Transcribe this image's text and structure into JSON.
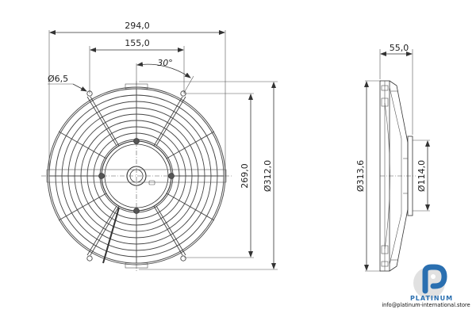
{
  "drawing": {
    "title": "Axial fan technical drawing",
    "front_view": {
      "dimensions": {
        "overall_width": "294,0",
        "mounting_hole_spacing_horizontal": "155,0",
        "mounting_angle": "30°",
        "mounting_hole_diameter": "Ø6,5",
        "mounting_hole_spacing_vertical": "269,0",
        "outer_diameter": "Ø312,0"
      }
    },
    "side_view": {
      "dimensions": {
        "depth": "55,0",
        "overall_diameter": "Ø313,6",
        "motor_diameter": "Ø114,0"
      }
    },
    "colors": {
      "line": "#333333",
      "brand_blue": "#2a6fb0",
      "brand_grey": "#c8c8c8"
    }
  },
  "branding": {
    "name": "PLATINUM",
    "email": "info@platinum-international.store",
    "logo_icon": "platinum-p-logo-icon"
  }
}
